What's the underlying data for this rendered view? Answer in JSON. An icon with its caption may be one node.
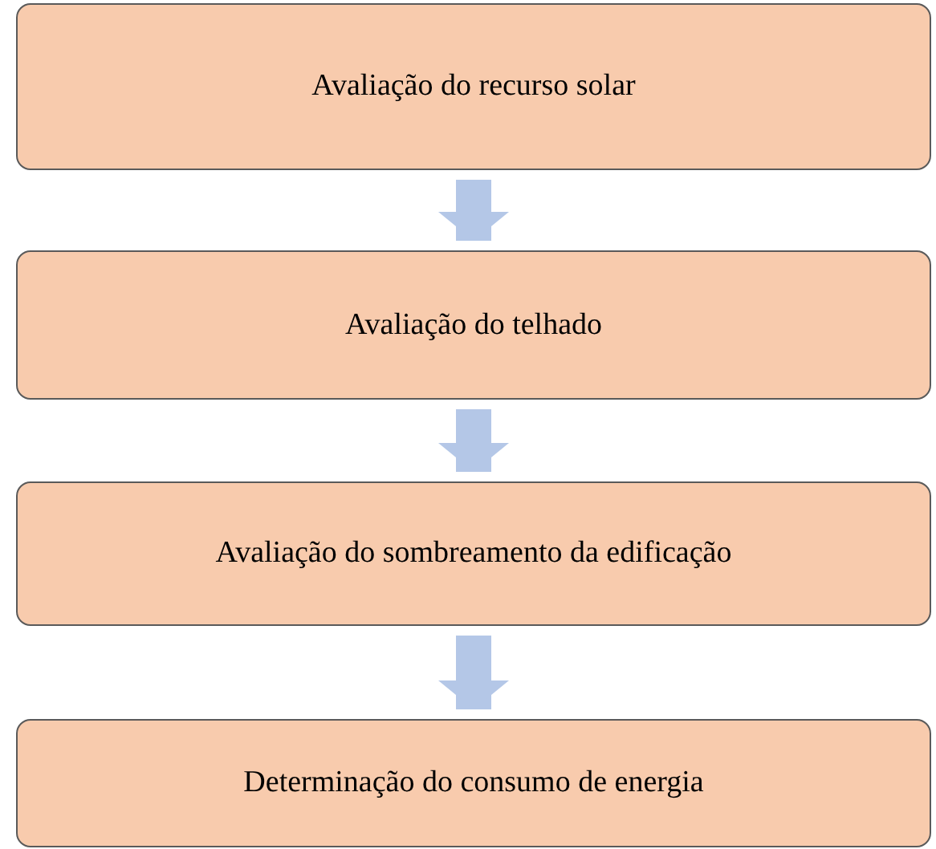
{
  "diagram": {
    "nodes": [
      {
        "text": [
          "Avaliação do recurso solar"
        ]
      },
      {
        "text": [
          "Avaliação do telhado"
        ]
      },
      {
        "text": [
          "Avaliação do sombreamento da edificação"
        ]
      },
      {
        "text": [
          "Determinação do consumo de energia"
        ]
      }
    ],
    "edges": [
      {
        "from": 0,
        "to": 1,
        "arrow": "to"
      },
      {
        "from": 1,
        "to": 2,
        "arrow": "to"
      },
      {
        "from": 2,
        "to": 3,
        "arrow": "to"
      }
    ]
  }
}
